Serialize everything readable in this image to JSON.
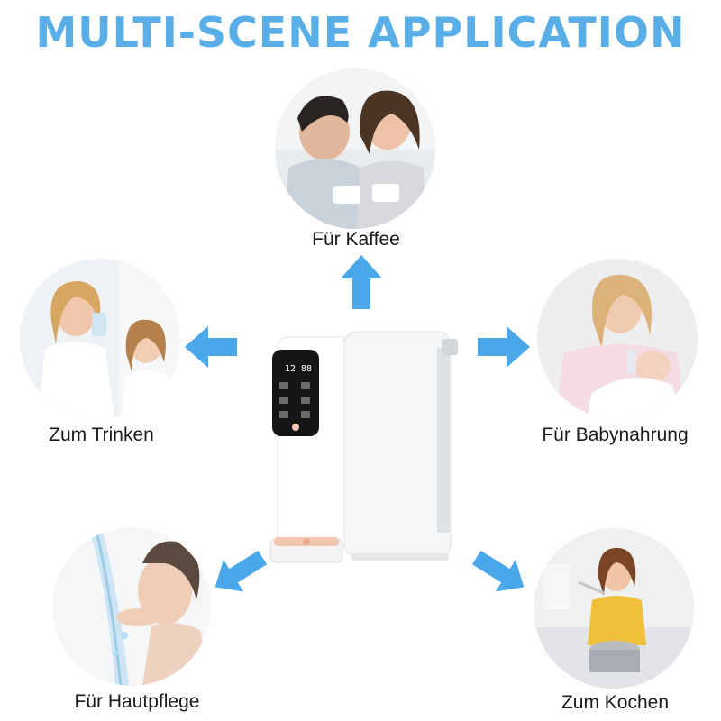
{
  "title": "MULTI-SCENE APPLICATION",
  "colors": {
    "accent": "#4aa8ea",
    "title": "#5aaee8",
    "rose_gold": "#f3c8b0"
  },
  "device_display": {
    "temperature": "12",
    "volume": "88"
  },
  "scenes": [
    {
      "label": "Für Kaffee",
      "icon": "coffee-couple-photo"
    },
    {
      "label": "Zum Trinken",
      "icon": "drinking-water-photo"
    },
    {
      "label": "Für Babynahrung",
      "icon": "baby-feeding-photo"
    },
    {
      "label": "Für Hautpflege",
      "icon": "skin-care-photo"
    },
    {
      "label": "Zum Kochen",
      "icon": "cooking-photo"
    }
  ]
}
